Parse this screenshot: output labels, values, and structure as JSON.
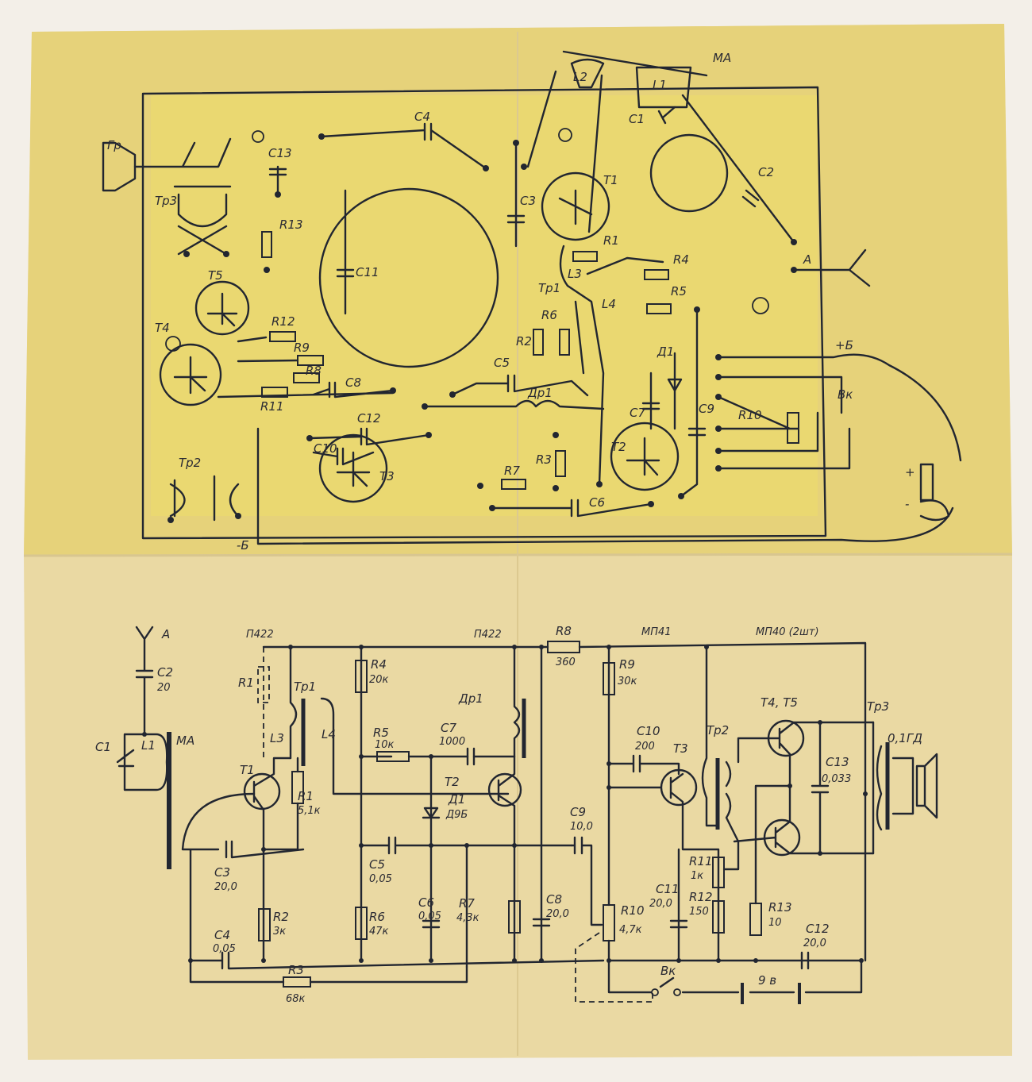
{
  "pcb_labels": [
    "Гр",
    "С13",
    "Тр3",
    "R13",
    "Т5",
    "Т4",
    "R12",
    "R9",
    "R8",
    "С8",
    "R11",
    "С11",
    "С4",
    "С3",
    "Т1",
    "L2",
    "L1",
    "МА",
    "С1",
    "С2",
    "R1",
    "Тр1",
    "L3",
    "L4",
    "R4",
    "R5",
    "А",
    "R2",
    "R6",
    "Д1",
    "С5",
    "Др1",
    "С7",
    "Т2",
    "С9",
    "R10",
    "Вк",
    "+Б",
    "-Б",
    "С12",
    "С10",
    "Т3",
    "Тр2",
    "R7",
    "R3",
    "С6",
    "+",
    "-"
  ],
  "schematic_labels": [
    "А",
    "С2",
    "20",
    "МА",
    "С1",
    "L1",
    "П422",
    "R1",
    "Тр1",
    "L3",
    "L4",
    "Т1",
    "R1",
    "5,1к",
    "R4",
    "20к",
    "R5",
    "10к",
    "С7",
    "1000",
    "Др1",
    "П422",
    "Т2",
    "Д1",
    "Д9Б",
    "С3",
    "20,0",
    "С5",
    "0,05",
    "С4",
    "0,05",
    "R2",
    "3к",
    "R6",
    "47к",
    "С6",
    "0,05",
    "R7",
    "4,3к",
    "С8",
    "20,0",
    "R3",
    "68к",
    "R8",
    "360",
    "МП41",
    "МП40 (2шт)",
    "R9",
    "30к",
    "С10",
    "200",
    "Т3",
    "Тр2",
    "Т4, Т5",
    "Тр3",
    "0,1ГД",
    "С13",
    "0,033",
    "С9",
    "10,0",
    "R10",
    "4,7к",
    "С11",
    "20,0",
    "R11",
    "1к",
    "R12",
    "150",
    "R13",
    "10",
    "С12",
    "20,0",
    "Вк",
    "9 в"
  ],
  "colors": {
    "paper_top": "#e8d47e",
    "paper_bottom": "#ead9a3",
    "ink": "#222630",
    "highlight": "#efe070"
  }
}
